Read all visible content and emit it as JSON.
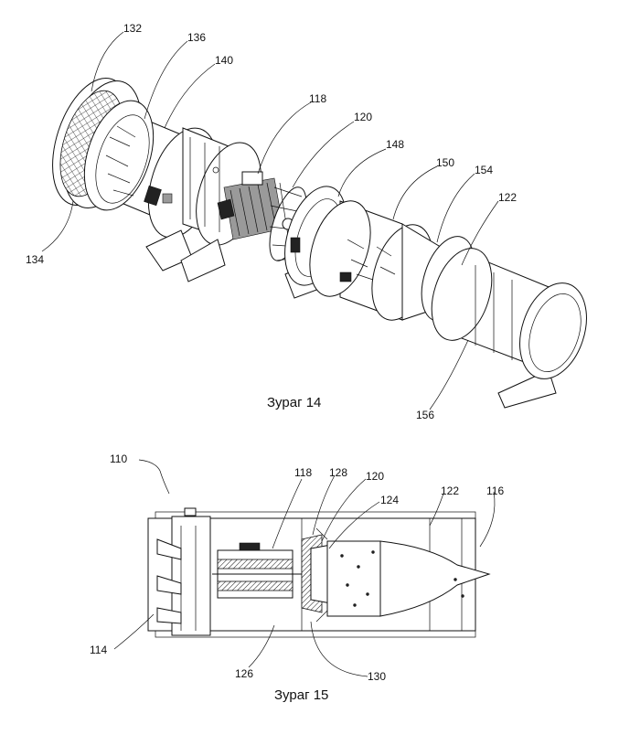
{
  "figures": [
    {
      "caption": "Зураг 14",
      "labels": [
        "132",
        "136",
        "140",
        "118",
        "120",
        "148",
        "150",
        "154",
        "122",
        "134",
        "156"
      ]
    },
    {
      "caption": "Зураг 15",
      "labels": [
        "110",
        "118",
        "128",
        "120",
        "124",
        "122",
        "116",
        "114",
        "126",
        "130"
      ]
    }
  ]
}
